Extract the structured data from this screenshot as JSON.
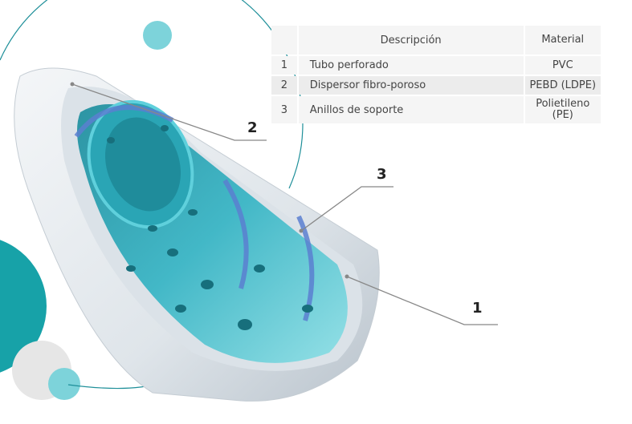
{
  "table": {
    "headers": {
      "num": "",
      "description": "Descripción",
      "material": "Material"
    },
    "rows": [
      {
        "num": "1",
        "description": "Tubo perforado",
        "material": "PVC"
      },
      {
        "num": "2",
        "description": "Dispersor fibro-poroso",
        "material": "PEBD (LDPE)"
      },
      {
        "num": "3",
        "description": "Anillos de soporte",
        "material": "Polietileno (PE)"
      }
    ]
  },
  "callouts": {
    "c1": "1",
    "c2": "2",
    "c3": "3"
  },
  "colors": {
    "accent_teal": "#17a2a8",
    "light_teal": "#7dd3da",
    "outline_teal": "#1e8f99",
    "light_gray_circle": "#e6e6e6",
    "outer_layer": "#e9eef2",
    "inner_tube": "#3bb7c6",
    "support_ring": "#5a7fd0"
  }
}
